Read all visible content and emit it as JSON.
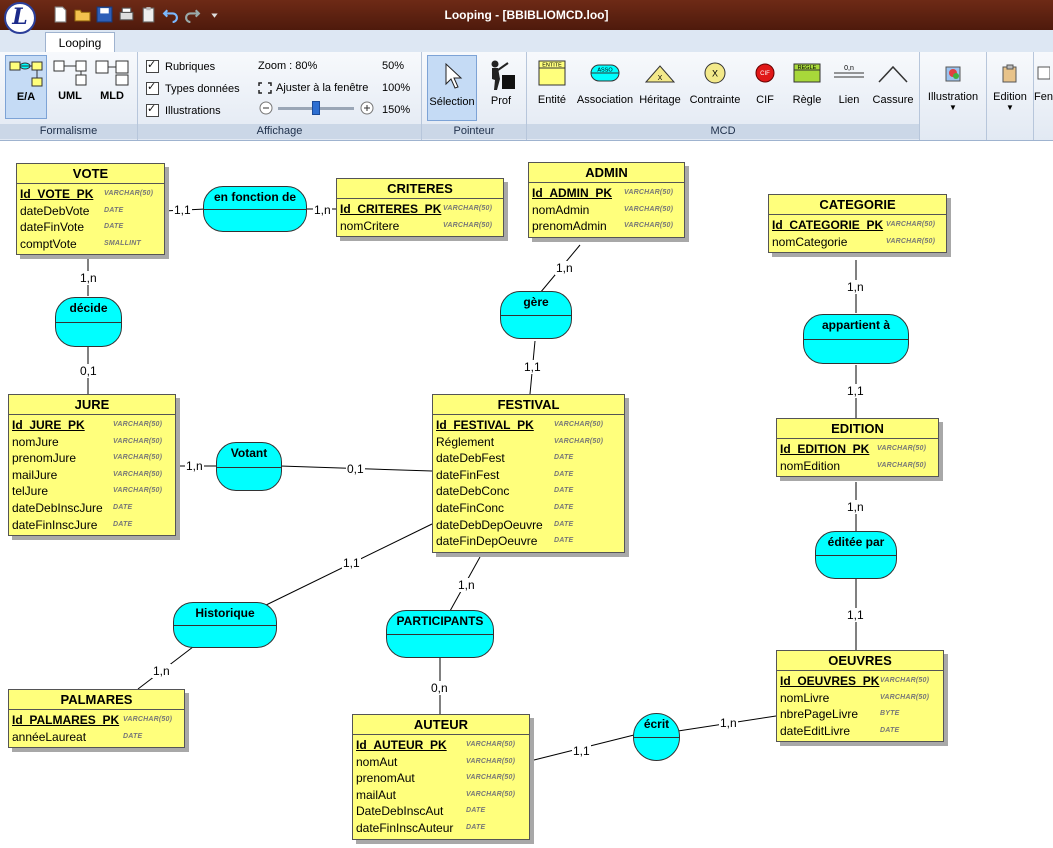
{
  "window": {
    "title": "Looping - [BBIBLIOMCD.loo]"
  },
  "ribbon_tab": "Looping",
  "groups": {
    "formalisme": "Formalisme",
    "affichage": "Affichage",
    "pointeur": "Pointeur",
    "mcd": "MCD"
  },
  "formalisme_buttons": {
    "ea": "E/A",
    "uml": "UML",
    "mld": "MLD"
  },
  "affichage": {
    "rubriques": "Rubriques",
    "types": "Types données",
    "illustrations": "Illustrations",
    "zoom": "Zoom : 80%",
    "fit": "Ajuster à la fenêtre",
    "z50": "50%",
    "z100": "100%",
    "z150": "150%",
    "zoom_level_fraction": 0.5
  },
  "pointeur": {
    "selection": "Sélection",
    "prof": "Prof"
  },
  "mcd_tools": {
    "entite": "Entité",
    "entite_glyph": "ENTITE",
    "association": "Association",
    "association_glyph": "ASSO",
    "heritage": "Héritage",
    "contrainte": "Contrainte",
    "cif": "CIF",
    "cif_glyph": "CIF",
    "regle": "Règle",
    "regle_glyph": "REGLE",
    "lien": "Lien",
    "lien_glyph": "0,n",
    "cassure": "Cassure"
  },
  "extra_tools": {
    "illustration": "Illustration",
    "edition": "Edition",
    "fen": "Fen"
  },
  "entities": {
    "vote": {
      "name": "VOTE",
      "attrs": [
        {
          "name": "Id_VOTE_PK",
          "type": "VARCHAR(50)"
        },
        {
          "name": "dateDebVote",
          "type": "DATE"
        },
        {
          "name": "dateFinVote",
          "type": "DATE"
        },
        {
          "name": "comptVote",
          "type": "SMALLINT"
        }
      ]
    },
    "criteres": {
      "name": "CRITERES",
      "attrs": [
        {
          "name": "Id_CRITERES_PK",
          "type": "VARCHAR(50)"
        },
        {
          "name": "nomCritere",
          "type": "VARCHAR(50)"
        }
      ]
    },
    "admin": {
      "name": "ADMIN",
      "attrs": [
        {
          "name": "Id_ADMIN_PK",
          "type": "VARCHAR(50)"
        },
        {
          "name": "nomAdmin",
          "type": "VARCHAR(50)"
        },
        {
          "name": "prenomAdmin",
          "type": "VARCHAR(50)"
        }
      ]
    },
    "categorie": {
      "name": "CATEGORIE",
      "attrs": [
        {
          "name": "Id_CATEGORIE_PK",
          "type": "VARCHAR(50)"
        },
        {
          "name": "nomCategorie",
          "type": "VARCHAR(50)"
        }
      ]
    },
    "jure": {
      "name": "JURE",
      "attrs": [
        {
          "name": "Id_JURE_PK",
          "type": "VARCHAR(50)"
        },
        {
          "name": "nomJure",
          "type": "VARCHAR(50)"
        },
        {
          "name": "prenomJure",
          "type": "VARCHAR(50)"
        },
        {
          "name": "mailJure",
          "type": "VARCHAR(50)"
        },
        {
          "name": "telJure",
          "type": "VARCHAR(50)"
        },
        {
          "name": "dateDebInscJure",
          "type": "DATE"
        },
        {
          "name": "dateFinInscJure",
          "type": "DATE"
        }
      ]
    },
    "festival": {
      "name": "FESTIVAL",
      "attrs": [
        {
          "name": "Id_FESTIVAL_PK",
          "type": "VARCHAR(50)"
        },
        {
          "name": "Réglement",
          "type": "VARCHAR(50)"
        },
        {
          "name": "dateDebFest",
          "type": "DATE"
        },
        {
          "name": "dateFinFest",
          "type": "DATE"
        },
        {
          "name": "dateDebConc",
          "type": "DATE"
        },
        {
          "name": "dateFinConc",
          "type": "DATE"
        },
        {
          "name": "dateDebDepOeuvre",
          "type": "DATE"
        },
        {
          "name": "dateFinDepOeuvre",
          "type": "DATE"
        }
      ]
    },
    "edition": {
      "name": "EDITION",
      "attrs": [
        {
          "name": "Id_EDITION_PK",
          "type": "VARCHAR(50)"
        },
        {
          "name": "nomEdition",
          "type": "VARCHAR(50)"
        }
      ]
    },
    "palmares": {
      "name": "PALMARES",
      "attrs": [
        {
          "name": "Id_PALMARES_PK",
          "type": "VARCHAR(50)"
        },
        {
          "name": "annéeLaureat",
          "type": "DATE"
        }
      ]
    },
    "auteur": {
      "name": "AUTEUR",
      "attrs": [
        {
          "name": "Id_AUTEUR_PK",
          "type": "VARCHAR(50)"
        },
        {
          "name": "nomAut",
          "type": "VARCHAR(50)"
        },
        {
          "name": "prenomAut",
          "type": "VARCHAR(50)"
        },
        {
          "name": "mailAut",
          "type": "VARCHAR(50)"
        },
        {
          "name": "DateDebInscAut",
          "type": "DATE"
        },
        {
          "name": "dateFinInscAuteur",
          "type": "DATE"
        }
      ]
    },
    "oeuvres": {
      "name": "OEUVRES",
      "attrs": [
        {
          "name": "Id_OEUVRES_PK",
          "type": "VARCHAR(50)"
        },
        {
          "name": "nomLivre",
          "type": "VARCHAR(50)"
        },
        {
          "name": "nbrePageLivre",
          "type": "BYTE"
        },
        {
          "name": "dateEditLivre",
          "type": "DATE"
        }
      ]
    }
  },
  "associations": {
    "en_fonction_de": "en fonction de",
    "decide": "décide",
    "gere": "gère",
    "appartient_a": "appartient à",
    "votant": "Votant",
    "editee_par": "éditée par",
    "historique": "Historique",
    "participants": "PARTICIPANTS",
    "ecrit": "écrit"
  },
  "cardinalities": {
    "vote_enfonction": "1,1",
    "criteres_enfonction": "1,n",
    "vote_decide": "1,n",
    "jure_decide": "0,1",
    "admin_gere": "1,n",
    "festival_gere": "1,1",
    "categorie_appartient": "1,n",
    "edition_appartient": "1,1",
    "jure_votant": "1,n",
    "festival_votant": "0,1",
    "edition_editee": "1,n",
    "oeuvres_editee": "1,1",
    "festival_historique": "1,1",
    "palmares_historique": "1,n",
    "festival_participants": "1,n",
    "auteur_participants": "0,n",
    "auteur_ecrit": "1,1",
    "oeuvres_ecrit": "1,n"
  }
}
